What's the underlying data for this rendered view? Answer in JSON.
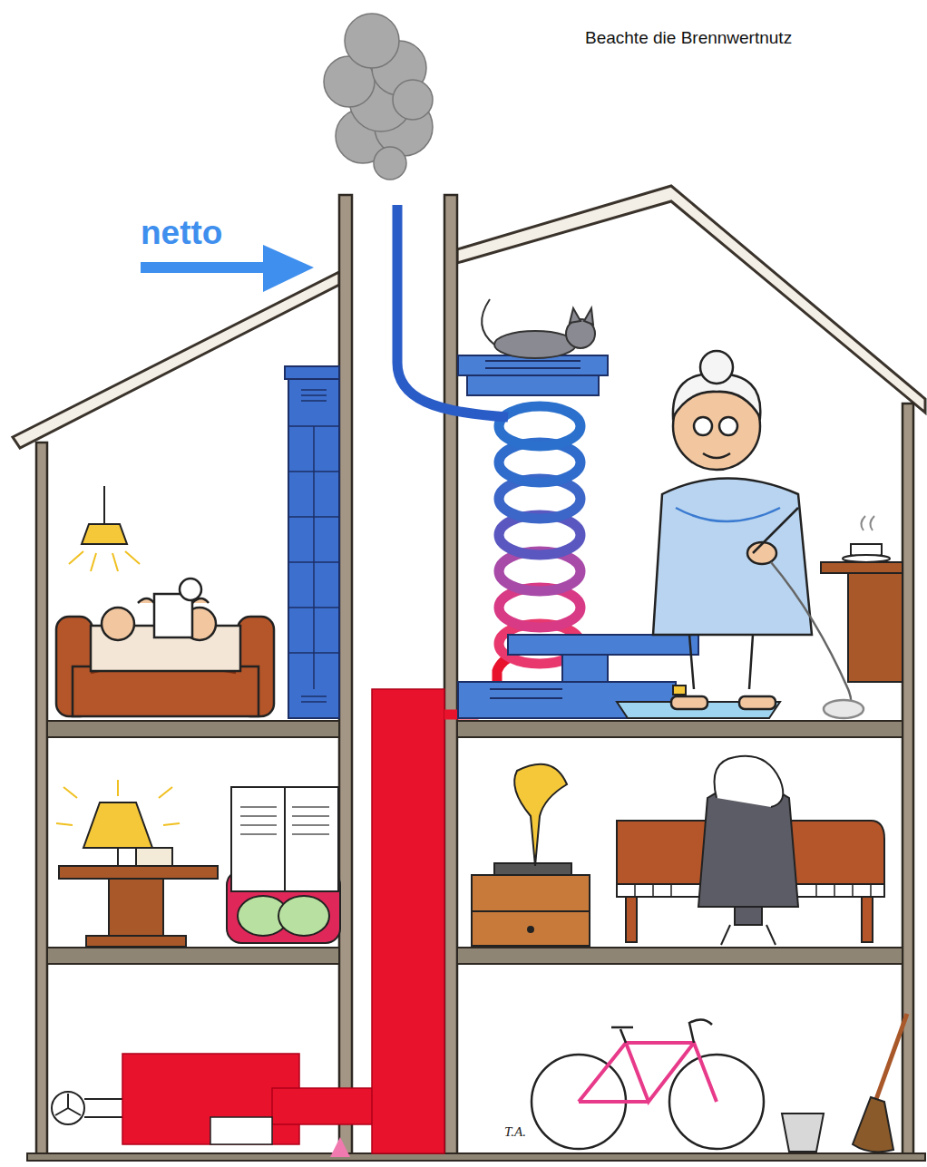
{
  "diagram": {
    "labels": [
      "Beachte die Brennwertnutz",
      "netto",
      "T.A."
    ]
  }
}
